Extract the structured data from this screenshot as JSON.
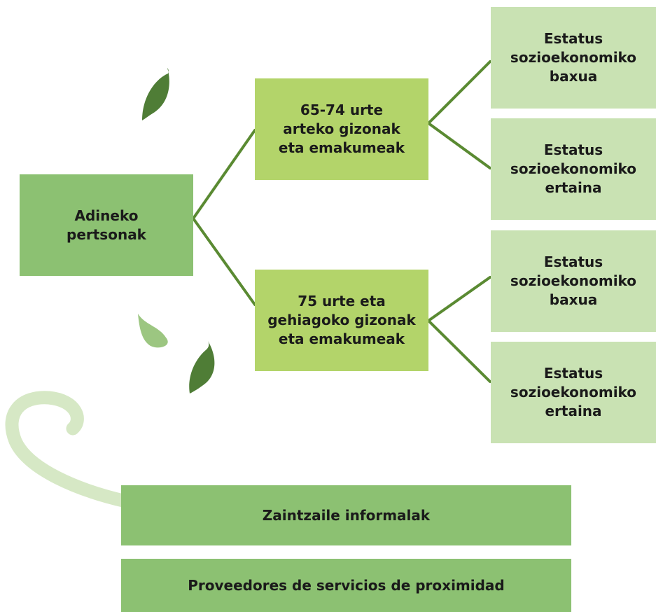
{
  "diagram": {
    "root": {
      "label": "Adineko\npertsonak"
    },
    "groups": [
      {
        "label": "65-74 urte\narteko gizonak\neta emakumeak",
        "children": [
          {
            "label": "Estatus\nsozioekonomiko\nbaxua"
          },
          {
            "label": "Estatus\nsozioekonomiko\nertaina"
          }
        ]
      },
      {
        "label": "75 urte eta\ngehiagoko gizonak\neta emakumeak",
        "children": [
          {
            "label": "Estatus\nsozioekonomiko\nbaxua"
          },
          {
            "label": "Estatus\nsozioekonomiko\nertaina"
          }
        ]
      }
    ],
    "bottom_boxes": [
      {
        "label": "Zaintzaile informalak"
      },
      {
        "label": "Proveedores de servicios de proximidad"
      }
    ]
  },
  "colors": {
    "connector": "#5a8a32",
    "root_fill": "#8cc172",
    "group_fill": "#b3d46a",
    "leaf_fill": "#c9e2b3",
    "bottom_fill": "#8cc172",
    "leaf_dark": "#4f7d36",
    "leaf_light": "#9cc681",
    "swirl": "#d6e8c5"
  },
  "decorations": {
    "icons": [
      "leaf-icon",
      "leaf-icon",
      "leaf-icon",
      "swirl-vine"
    ]
  }
}
